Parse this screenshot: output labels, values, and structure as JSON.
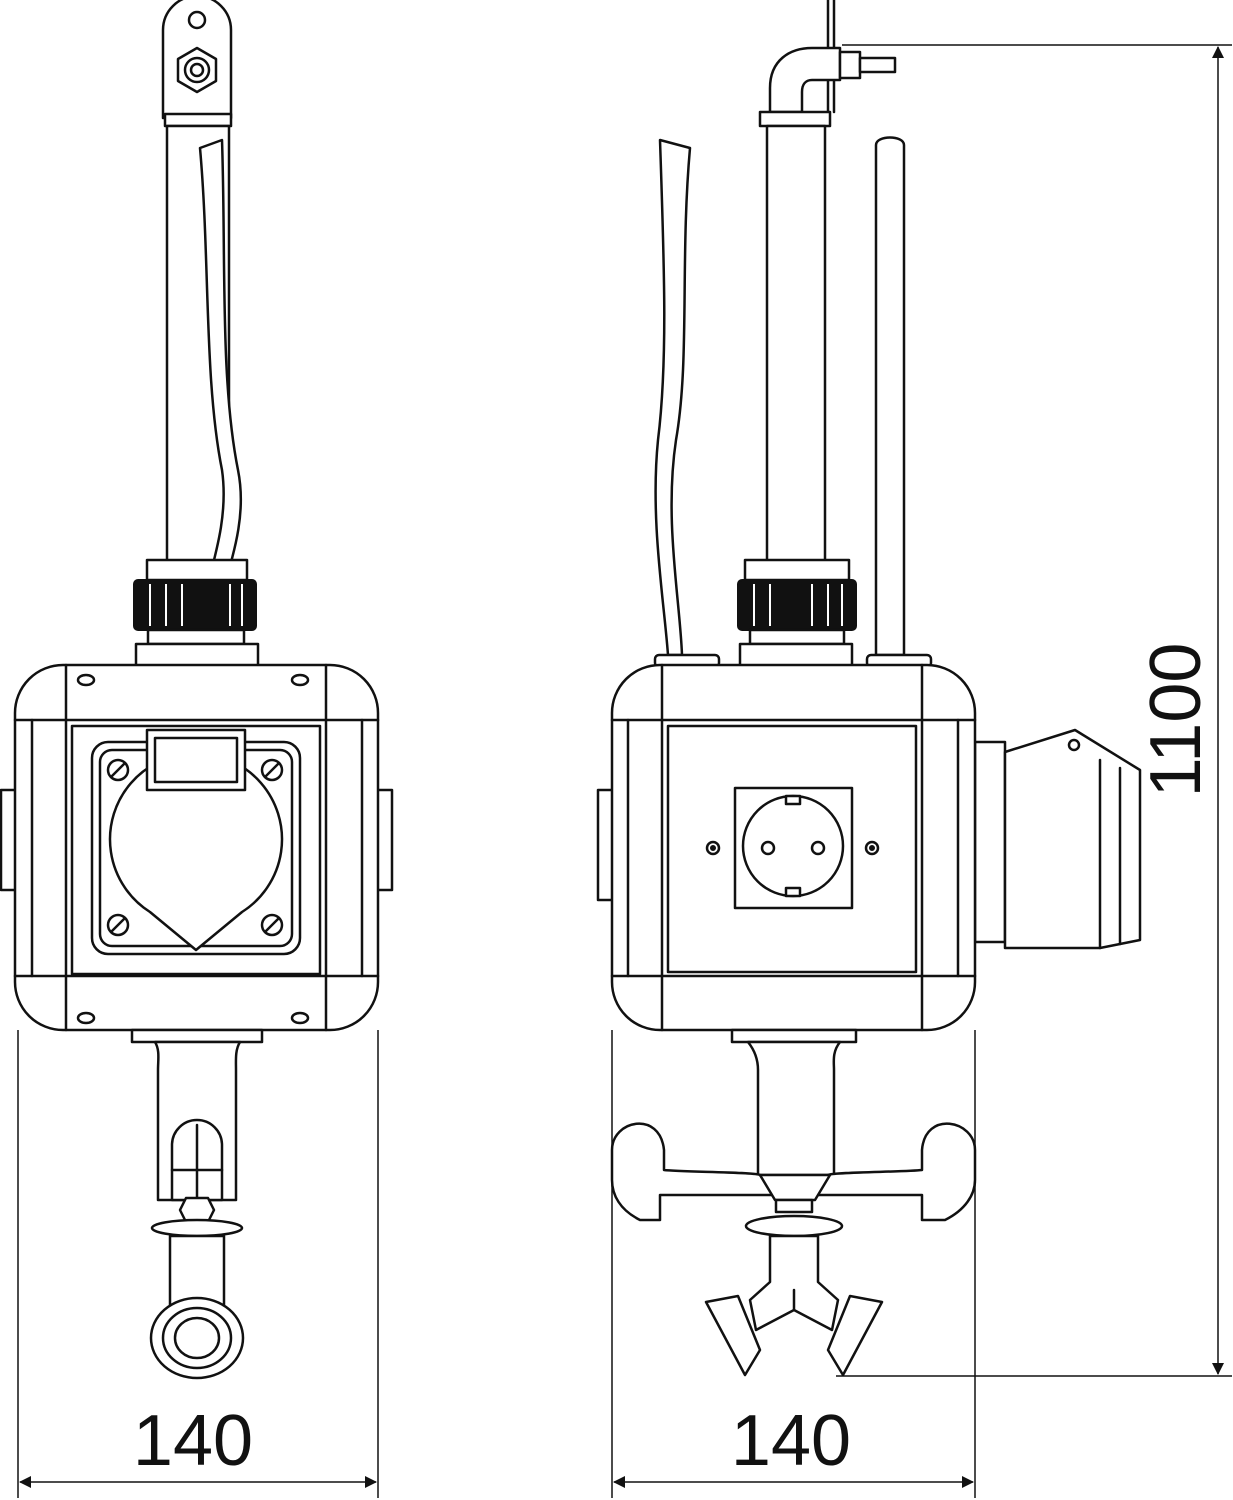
{
  "drawing": {
    "front_view": {
      "width_dimension": "140"
    },
    "side_view": {
      "width_dimension": "140"
    },
    "height_dimension": "1100"
  }
}
